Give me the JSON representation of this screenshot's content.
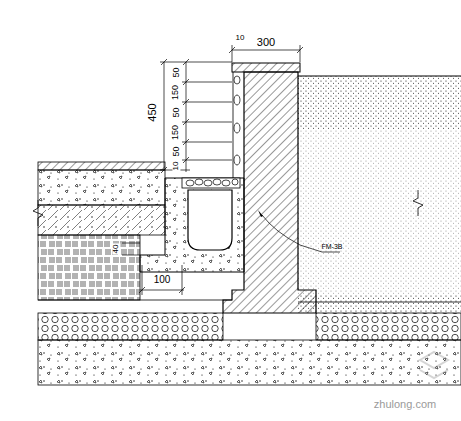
{
  "diagram": {
    "labels": [
      "300",
      "10",
      "450",
      "50",
      "150",
      "50",
      "150",
      "50",
      "10",
      "40",
      "100",
      "FM-3B",
      "zhulong.com"
    ]
  }
}
